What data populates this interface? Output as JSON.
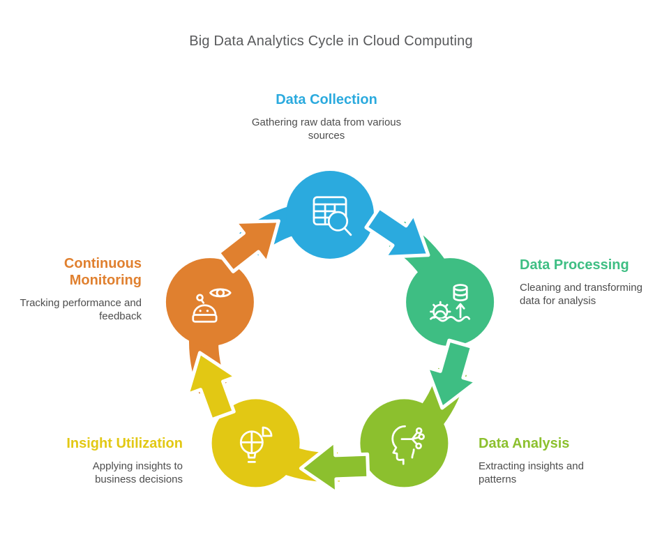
{
  "title": "Big Data Analytics Cycle in Cloud Computing",
  "stages": [
    {
      "id": "data-collection",
      "label": "Data Collection",
      "description": "Gathering raw data from various sources",
      "color": "#2baade",
      "icon": "table-search-icon"
    },
    {
      "id": "data-processing",
      "label": "Data Processing",
      "description": "Cleaning and transforming data for analysis",
      "color": "#3ebe83",
      "icon": "gear-database-upload-icon"
    },
    {
      "id": "data-analysis",
      "label": "Data Analysis",
      "description": "Extracting insights and patterns",
      "color": "#8cc02e",
      "icon": "head-network-icon"
    },
    {
      "id": "insight-utilization",
      "label": "Insight Utilization",
      "description": "Applying insights to business decisions",
      "color": "#e2c814",
      "icon": "bulb-pie-icon"
    },
    {
      "id": "continuous-monitoring",
      "label": "Continuous Monitoring",
      "description": "Tracking performance and feedback",
      "color": "#e0802f",
      "icon": "eye-robot-icon"
    }
  ]
}
